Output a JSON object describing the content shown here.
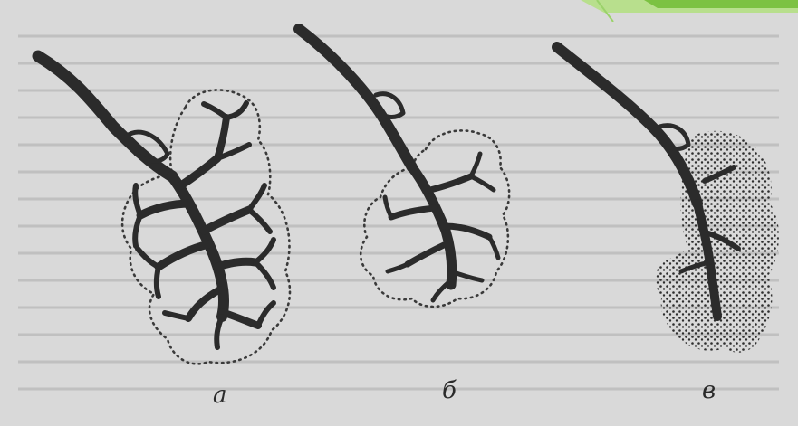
{
  "panels": [
    {
      "label": "а",
      "state": "branched ducts with dotted gland outline"
    },
    {
      "label": "б",
      "state": "reduced ducts with dotted outline"
    },
    {
      "label": "в",
      "state": "ducts surrounded by dense stippled tissue"
    }
  ],
  "colors": {
    "background": "#d9d9d9",
    "ink": "#2b2b2b",
    "accent_green": "#7cc242",
    "accent_light": "#b8df8d"
  }
}
